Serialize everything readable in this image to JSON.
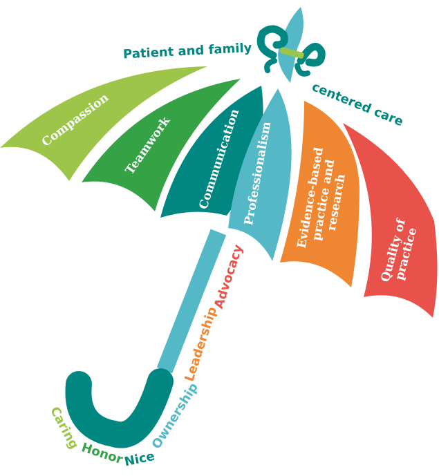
{
  "header": {
    "line1": "Patient and family",
    "line2": "centered care"
  },
  "panels": [
    {
      "label": "Compassion",
      "color": "#9dc54a"
    },
    {
      "label": "Teamwork",
      "color": "#34a245"
    },
    {
      "label": "Communication",
      "color": "#008782"
    },
    {
      "label": "Professionalism",
      "color": "#55b8c7"
    },
    {
      "label_lines": [
        "Evidence-based",
        "practice and",
        "research"
      ],
      "color": "#ef8631"
    },
    {
      "label_lines": [
        "Quality of",
        "practice"
      ],
      "color": "#e8524b"
    }
  ],
  "values": [
    {
      "label": "Caring",
      "color": "#9dc54a"
    },
    {
      "label": "Honor",
      "color": "#34a245"
    },
    {
      "label": "Nice",
      "color": "#008782"
    },
    {
      "label": "Ownership",
      "color": "#55b8c7"
    },
    {
      "label": "Leadership",
      "color": "#ef8631"
    },
    {
      "label": "Advocacy",
      "color": "#e8524b"
    }
  ],
  "logo": {
    "name": "fleur-de-lis-icon"
  }
}
